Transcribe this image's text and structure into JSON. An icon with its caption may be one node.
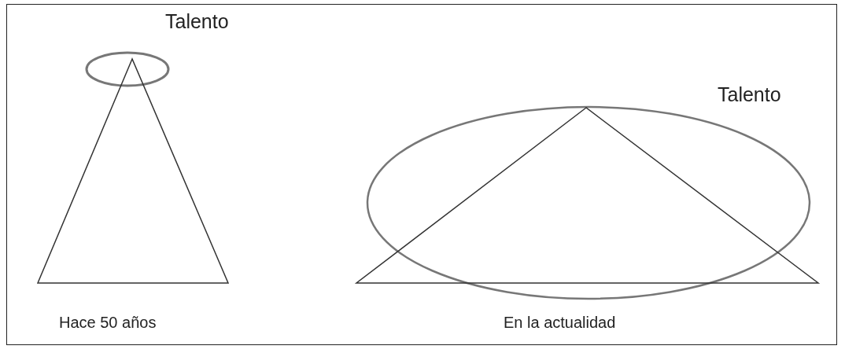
{
  "diagram": {
    "nodes": [
      {
        "text": [
          "Talento"
        ]
      },
      {
        "text": [],
        "shape": "triangle"
      },
      {
        "text": [
          "Talento"
        ]
      },
      {
        "text": [],
        "shape": "triangle"
      }
    ],
    "labels": [
      "Hace 50 años",
      "En la actualidad"
    ]
  }
}
